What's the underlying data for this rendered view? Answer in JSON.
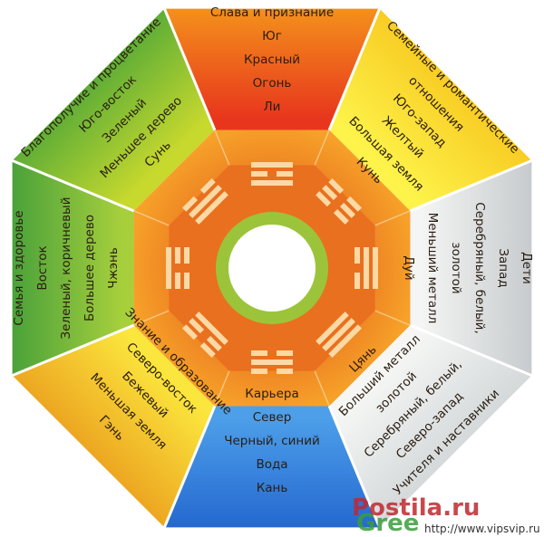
{
  "sectors": [
    {
      "id": "south",
      "colors": [
        "#f6a21b",
        "#e8361d"
      ],
      "lines": [
        "Слава и признание",
        "Юг",
        "Красный",
        "Огонь",
        "Ли"
      ]
    },
    {
      "id": "southwest",
      "colors": [
        "#f7c51c",
        "#fdf34a"
      ],
      "lines": [
        "Семейные и романтические",
        "отношения",
        "Юго-запад",
        "Желтый",
        "Большая земля",
        "Кунь"
      ]
    },
    {
      "id": "west",
      "colors": [
        "#bfc3c6",
        "#f4f5f4"
      ],
      "lines": [
        "Дети",
        "Запад",
        "Серебряный, белый,",
        "золотой",
        "Меньший металл",
        "Дуй"
      ]
    },
    {
      "id": "northwest",
      "colors": [
        "#ced3d5",
        "#f6f7f5"
      ],
      "lines": [
        "Учителя и наставники",
        "Северо-запад",
        "Серебряный, белый,",
        "золотой",
        "Больший металл",
        "Цянь"
      ]
    },
    {
      "id": "north",
      "colors": [
        "#1d5ecb",
        "#4d9fe9"
      ],
      "lines": [
        "Карьера",
        "Север",
        "Черный, синий",
        "Вода",
        "Кань"
      ]
    },
    {
      "id": "northeast",
      "colors": [
        "#ea9a1c",
        "#fbe63d"
      ],
      "lines": [
        "Знание и образование",
        "Северо-восток",
        "Бежевый",
        "Меньшая земля",
        "Гэнь"
      ]
    },
    {
      "id": "east",
      "colors": [
        "#38993a",
        "#a7cf3c"
      ],
      "lines": [
        "Семья и здоровье",
        "Восток",
        "Зеленый, коричневый",
        "Большее дерево",
        "Чжэнь"
      ]
    },
    {
      "id": "southeast",
      "colors": [
        "#4aa538",
        "#c8d92e"
      ],
      "lines": [
        "Благополучие и процветание",
        "Юго-восток",
        "Зеленый",
        "Меньшее дерево",
        "Сунь"
      ]
    }
  ],
  "trigrams": [
    {
      "sector": "south",
      "pattern": [
        1,
        0,
        1
      ]
    },
    {
      "sector": "southwest",
      "pattern": [
        0,
        0,
        0
      ]
    },
    {
      "sector": "west",
      "pattern": [
        0,
        1,
        1
      ]
    },
    {
      "sector": "northwest",
      "pattern": [
        1,
        1,
        1
      ]
    },
    {
      "sector": "north",
      "pattern": [
        0,
        1,
        0
      ]
    },
    {
      "sector": "northeast",
      "pattern": [
        1,
        0,
        0
      ]
    },
    {
      "sector": "east",
      "pattern": [
        0,
        0,
        1
      ]
    },
    {
      "sector": "southeast",
      "pattern": [
        1,
        1,
        0
      ]
    }
  ],
  "center": {
    "ring_color": "#9cc43a",
    "fill_color": "#ffffff"
  },
  "trigram_band": {
    "outer_color": "#f7a52a",
    "inner_color": "#e9701f",
    "line_color": "#fcd9a4"
  },
  "watermark": {
    "big_text": "Postila.ru",
    "green_text": "Gree",
    "small_text": "http://www.vipsvip.ru",
    "color": "#c0282f"
  }
}
